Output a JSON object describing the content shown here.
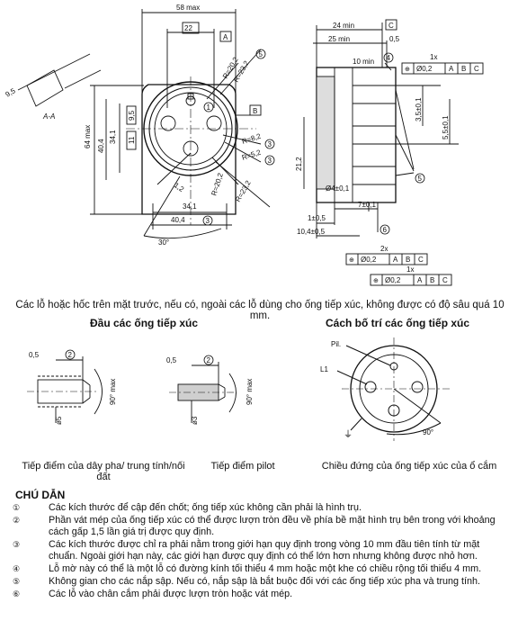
{
  "top_left": {
    "dim_58max": "58 max",
    "dim_22": "22",
    "datum_A": "A",
    "datum_B": "B",
    "dim_64max": "64 max",
    "dim_34_1": "34,1",
    "dim_40_4v": "40,4",
    "dim_9_5": "9,5",
    "dim_11": "11",
    "r_20_2": "R=20,2",
    "r_23_2": "R=23,2",
    "r_8_2": "R=8,2",
    "r_5_2": "R=5,2",
    "r_20_2b": "R=20,2",
    "r_23_2b": "R=23,2",
    "dim_1_2": "1,2",
    "dim_9_5s": "9,5",
    "section_aa": "A-A",
    "dim_34_1h": "34,1",
    "dim_40_4h": "40,4",
    "angle_30": "30°"
  },
  "top_right": {
    "dim_24min": "24 min",
    "datum_C": "C",
    "dim_25min": "25 min",
    "dim_0_5": "0,5",
    "dim_10min": "10 min",
    "tol_1x_a": "1x",
    "tol_a_val": "Ø0,2",
    "tol_A": "A",
    "tol_B": "B",
    "tol_C": "C",
    "dim_3_5": "3,5±0,1",
    "dim_5_5": "5,5±0,1",
    "dim_21_2": "21,2",
    "dim_4": "Ø4±0,1",
    "dim_7": "7±0,1",
    "dim_1": "1±0,5",
    "dim_10_4": "10,4±0,5",
    "tol_2x": "2x",
    "tol_1x_b": "1x",
    "tol_b_val": "Ø0,2",
    "tol_c_val": "Ø0,2"
  },
  "note_line": "Các lỗ hoặc hốc trên mặt trước, nếu có, ngoài các lỗ dùng cho ống tiếp xúc, không được có độ sâu quá 10 mm.",
  "heading_left": "Đầu các ống tiếp xúc",
  "heading_right": "Cách bố trí các ống tiếp xúc",
  "mid_left": {
    "dim_05a": "0,5",
    "dim_05b": "0,5",
    "dim_5": "ø5",
    "dim_3": "ø3",
    "angle_a": "90° max",
    "angle_b": "90° max"
  },
  "mid_right": {
    "label_pil": "Pil.",
    "label_l1": "L1",
    "angle_90": "90°"
  },
  "captions": {
    "phase": "Tiếp điểm của dây pha/ trung tính/nối đất",
    "pilot": "Tiếp điểm pilot",
    "socket": "Chiều đứng của ống tiếp xúc của ổ cắm"
  },
  "legend_title": "CHÚ DẪN",
  "legend": [
    {
      "num": "①",
      "text": "Các kích thước để cập đến chốt; ống tiếp xúc không cần phải là hình trụ."
    },
    {
      "num": "②",
      "text": "Phần vát mép của ống tiếp xúc có thể được lượn tròn đều về phía bề mặt hình trụ bên trong với khoảng cách gấp 1,5 lần giá trị được quy định."
    },
    {
      "num": "③",
      "text": "Các kích thước được chỉ ra phải nằm trong giới hạn quy định trong vòng 10 mm đầu tiên tính từ mặt chuẩn. Ngoài giới hạn này, các giới hạn được quy định có thể lớn hơn nhưng không được nhỏ hơn."
    },
    {
      "num": "④",
      "text": "Lỗ mờ này có thể là một lỗ có đường kính tối thiểu 4 mm hoặc một khe có chiều rộng tối thiểu 4 mm."
    },
    {
      "num": "⑤",
      "text": "Không gian cho các nắp sập. Nếu có, nắp sập là bắt buộc đối với các ống tiếp xúc pha và trung tính."
    },
    {
      "num": "⑥",
      "text": "Các lỗ vào chân cắm phải được lượn tròn hoặc vát mép."
    }
  ]
}
